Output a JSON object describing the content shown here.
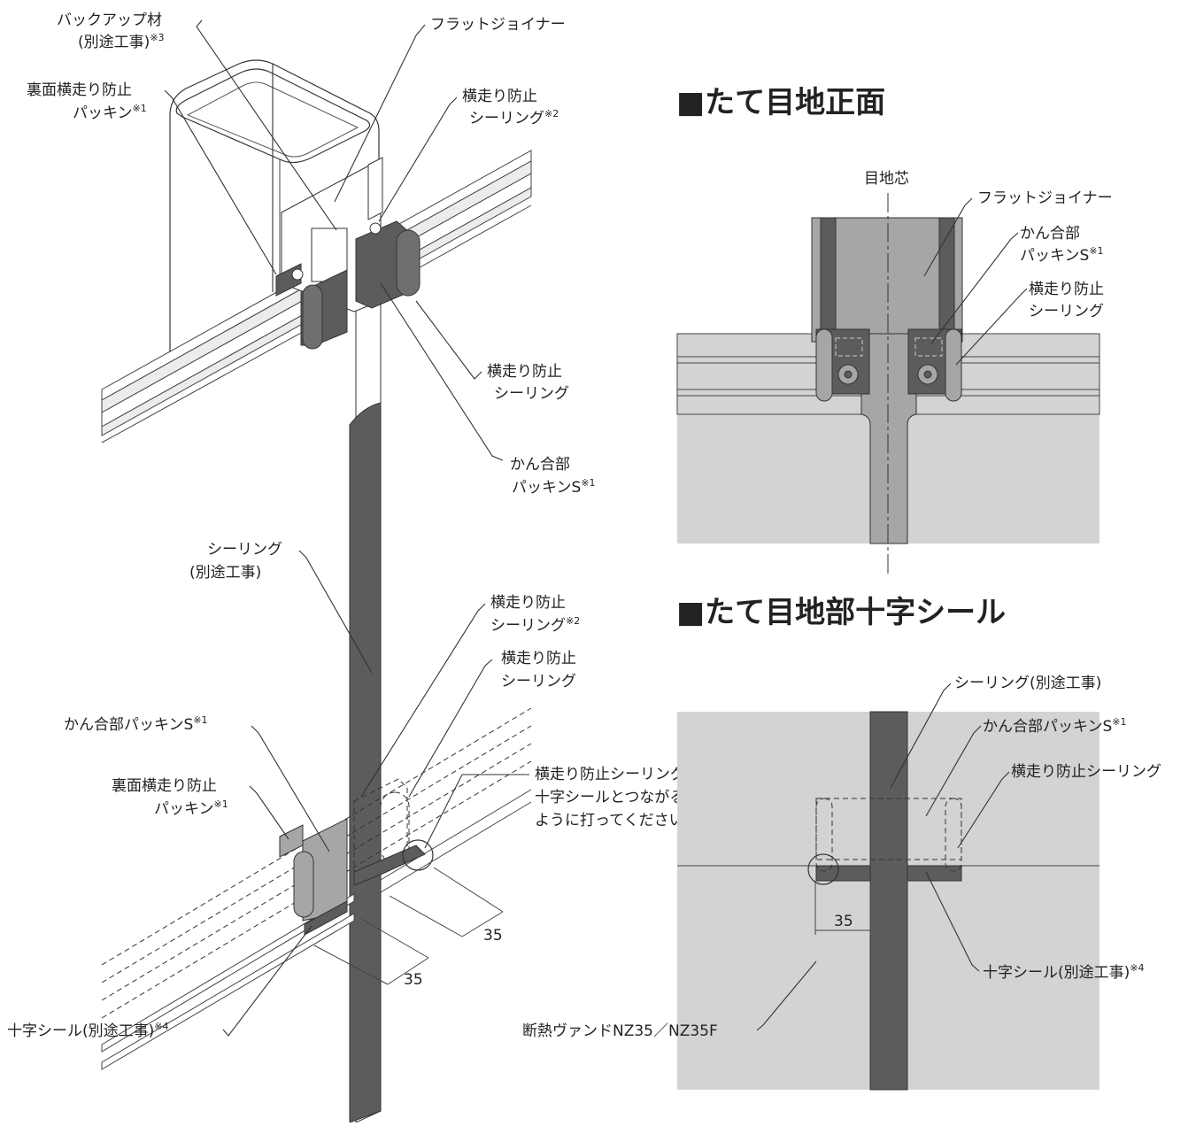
{
  "titles": {
    "front": "■たて目地正面",
    "cross": "■たて目地部十字シール"
  },
  "iso_labels": {
    "backup": "バックアップ材",
    "backup_sub": "(別途工事)",
    "backup_note": "※3",
    "flat_joiner": "フラットジョイナー",
    "back_packing_1": "裏面横走り防止",
    "back_packing_2": "パッキン",
    "back_packing_note": "※1",
    "yoko_sealing_top_1": "横走り防止",
    "yoko_sealing_top_2": "シーリング",
    "yoko_sealing_top_note": "※2",
    "yoko_sealing_mid_1": "横走り防止",
    "yoko_sealing_mid_2": "シーリング",
    "kan_packing_1": "かん合部",
    "kan_packing_2": "パッキンS",
    "kan_packing_note": "※1",
    "sealing_1": "シーリング",
    "sealing_2": "(別途工事)",
    "yoko_sealing_low_1": "横走り防止",
    "yoko_sealing_low_2": "シーリング",
    "yoko_sealing_low_note": "※2",
    "yoko_sealing_low2_1": "横走り防止",
    "yoko_sealing_low2_2": "シーリング",
    "kan_packing_low": "かん合部パッキンS",
    "kan_packing_low_note": "※1",
    "back_packing_low_1": "裏面横走り防止",
    "back_packing_low_2": "パッキン",
    "back_packing_low_note": "※1",
    "cross_seal": "十字シール(別途工事)",
    "cross_seal_note": "※4",
    "note_1": "横走り防止シーリングは",
    "note_2": "十字シールとつながる",
    "note_3": "ように打ってください。",
    "dim_a": "35",
    "dim_b": "35"
  },
  "front_labels": {
    "joint_center": "目地芯",
    "flat_joiner": "フラットジョイナー",
    "kan_packing_1": "かん合部",
    "kan_packing_2": "パッキンS",
    "kan_packing_note": "※1",
    "yoko_1": "横走り防止",
    "yoko_2": "シーリング"
  },
  "cross_labels": {
    "sealing": "シーリング(別途工事)",
    "kan_packing": "かん合部パッキンS",
    "kan_packing_note": "※1",
    "yoko": "横走り防止シーリング",
    "cross_seal": "十字シール(別途工事)",
    "cross_seal_note": "※4",
    "panel": "断熱ヴァンドNZ35／NZ35F",
    "dim": "35"
  },
  "colors": {
    "dark": "#5c5c5c",
    "medium": "#a6a6a6",
    "light": "#d3d3d3",
    "line": "#333333"
  }
}
